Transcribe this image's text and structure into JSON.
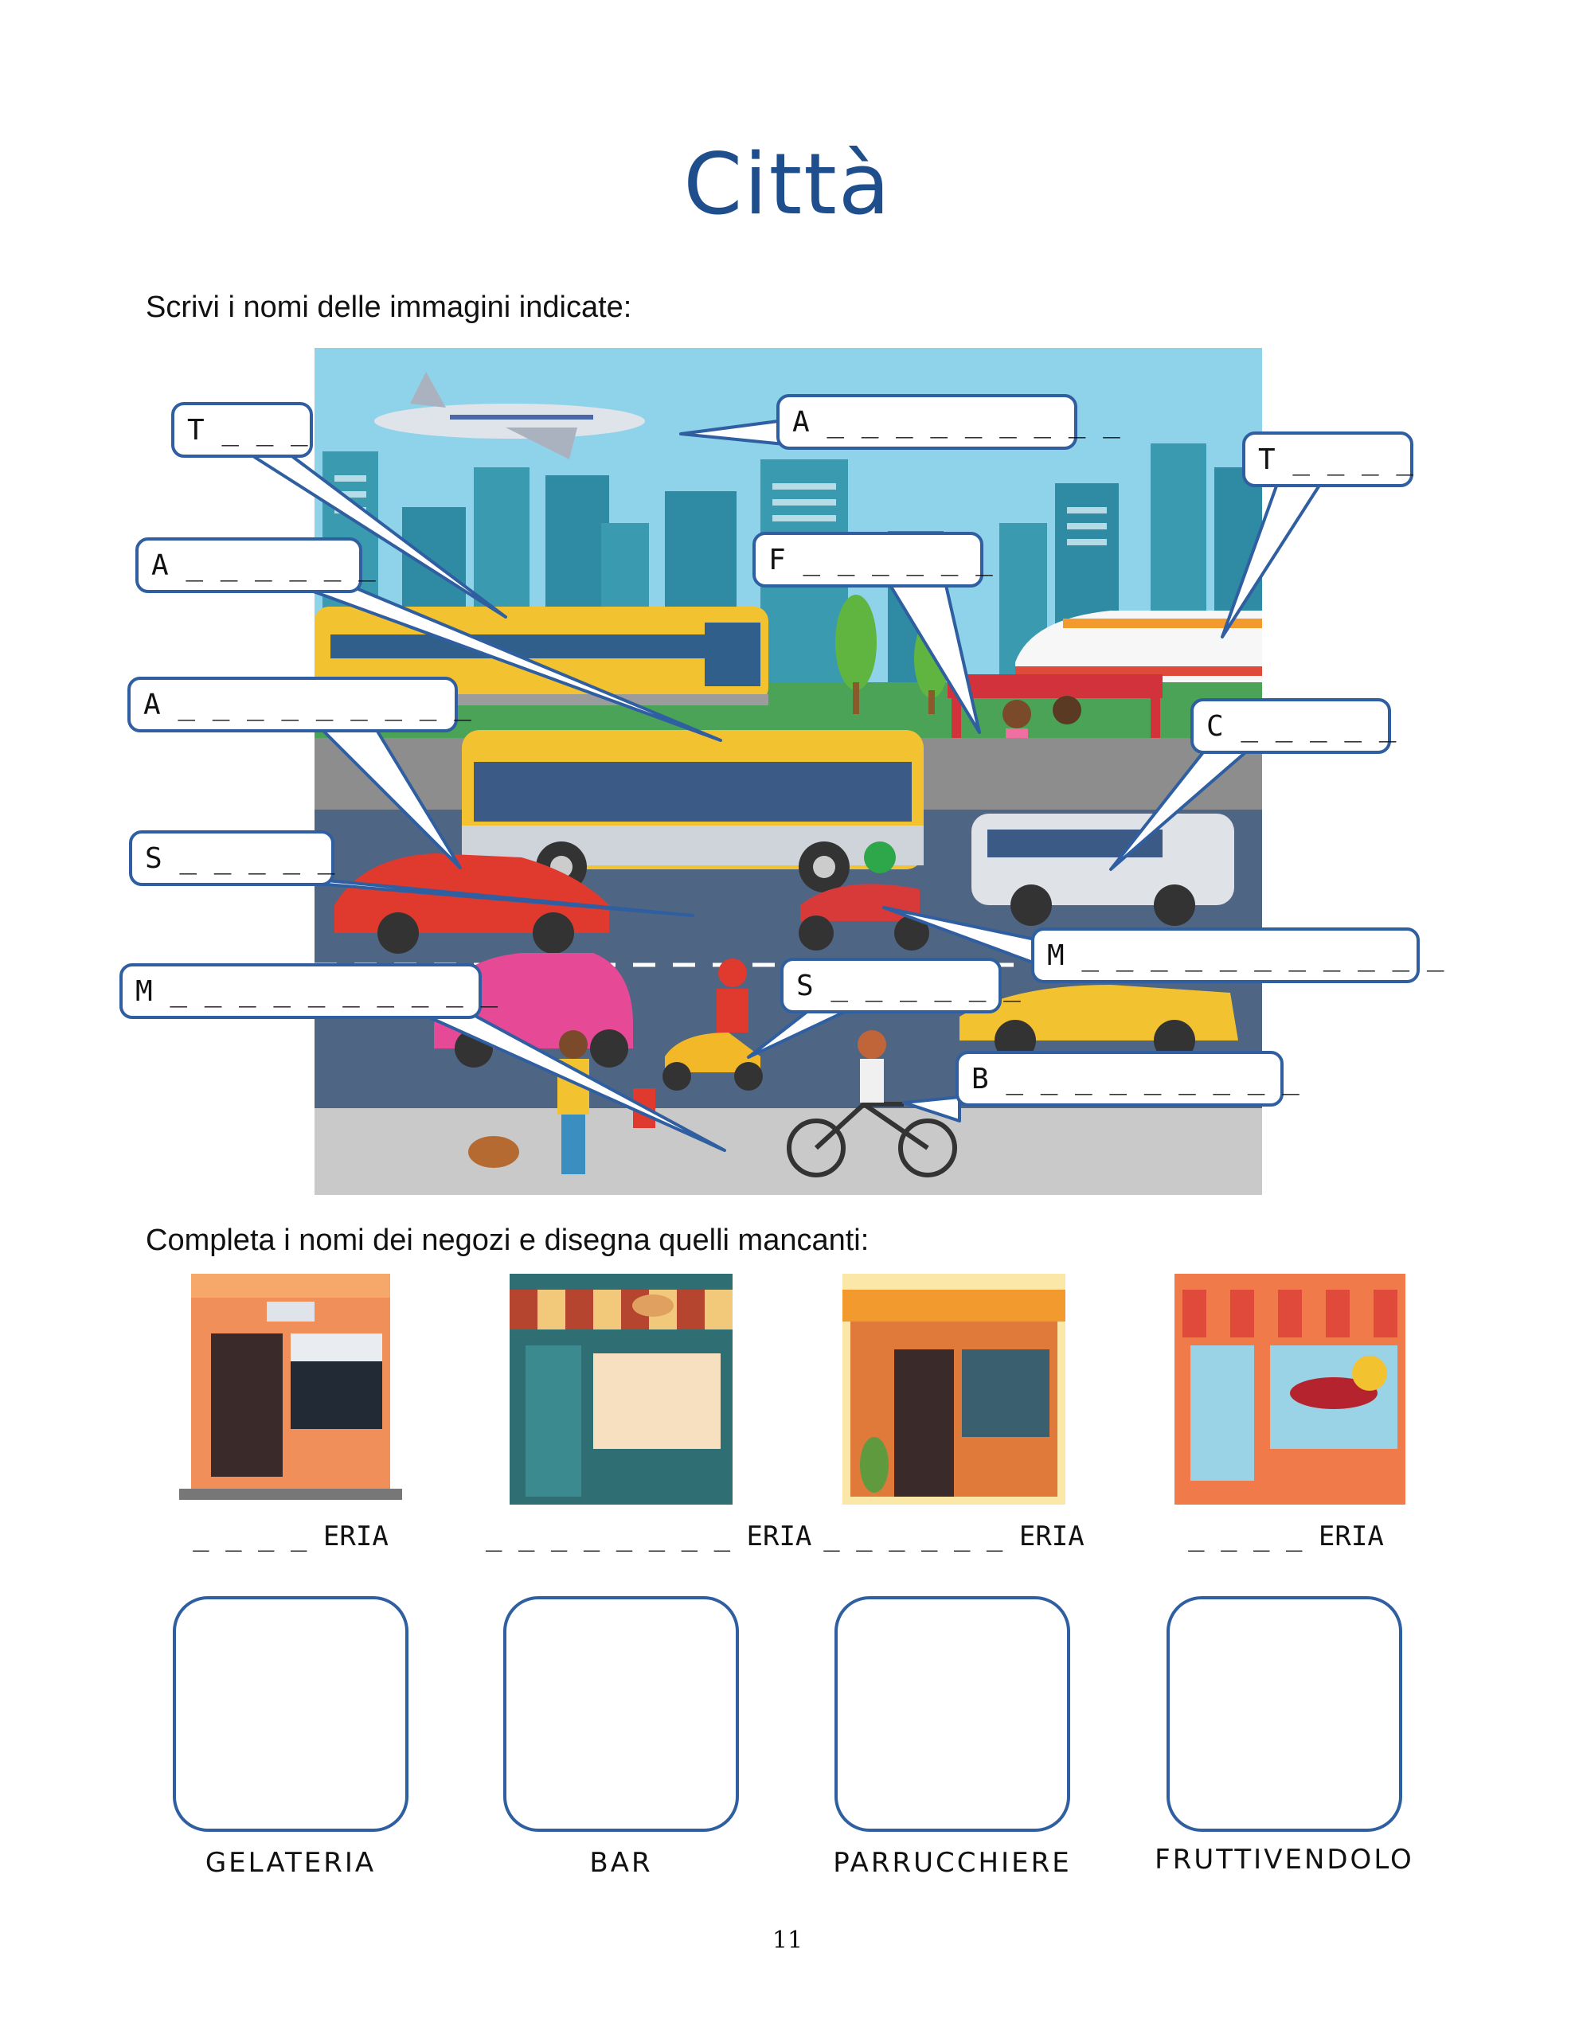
{
  "title": "Città",
  "instruction_1": "Scrivi i nomi delle immagini  indicate:",
  "instruction_2": "Completa i nomi dei negozi e disegna quelli mancanti:",
  "bubbles": [
    {
      "id": "tram",
      "text": "T _ _ _"
    },
    {
      "id": "aereo",
      "text": "A _ _ _ _ _ _ _ _ _"
    },
    {
      "id": "treno",
      "text": "T _ _ _ _"
    },
    {
      "id": "autobus",
      "text": "A _ _ _ _ _ _"
    },
    {
      "id": "fermata",
      "text": "F _ _ _ _ _ _"
    },
    {
      "id": "automobile",
      "text": "A _ _ _ _ _ _ _ _ _"
    },
    {
      "id": "camper",
      "text": "C _ _ _ _ _"
    },
    {
      "id": "strada",
      "text": "S _ _ _ _ _"
    },
    {
      "id": "moto",
      "text": "M _ _ _ _ _ _ _ _ _ _ _"
    },
    {
      "id": "marciapiede",
      "text": "M _ _ _ _ _ _ _ _ _ _"
    },
    {
      "id": "scooter",
      "text": "S _ _ _ _ _ _"
    },
    {
      "id": "bicicletta",
      "text": "B _ _ _ _ _ _ _ _ _"
    }
  ],
  "shops": [
    {
      "label": "_ _ _ _ ERIA"
    },
    {
      "label": "_ _ _ _ _ _ _ _ ERIA"
    },
    {
      "label": "_ _ _ _ _ _ ERIA"
    },
    {
      "label": "_ _ _ _ ERIA"
    }
  ],
  "draw_labels": [
    "GELATERIA",
    "BAR",
    "PARRUCCHIERE",
    "FRUTTIVENDOLO"
  ],
  "page_number": "11",
  "colors": {
    "title": "#1f4e8c",
    "bubble_border": "#2f5fa0",
    "sky": "#8fd3ea",
    "road": "#4f6584"
  }
}
